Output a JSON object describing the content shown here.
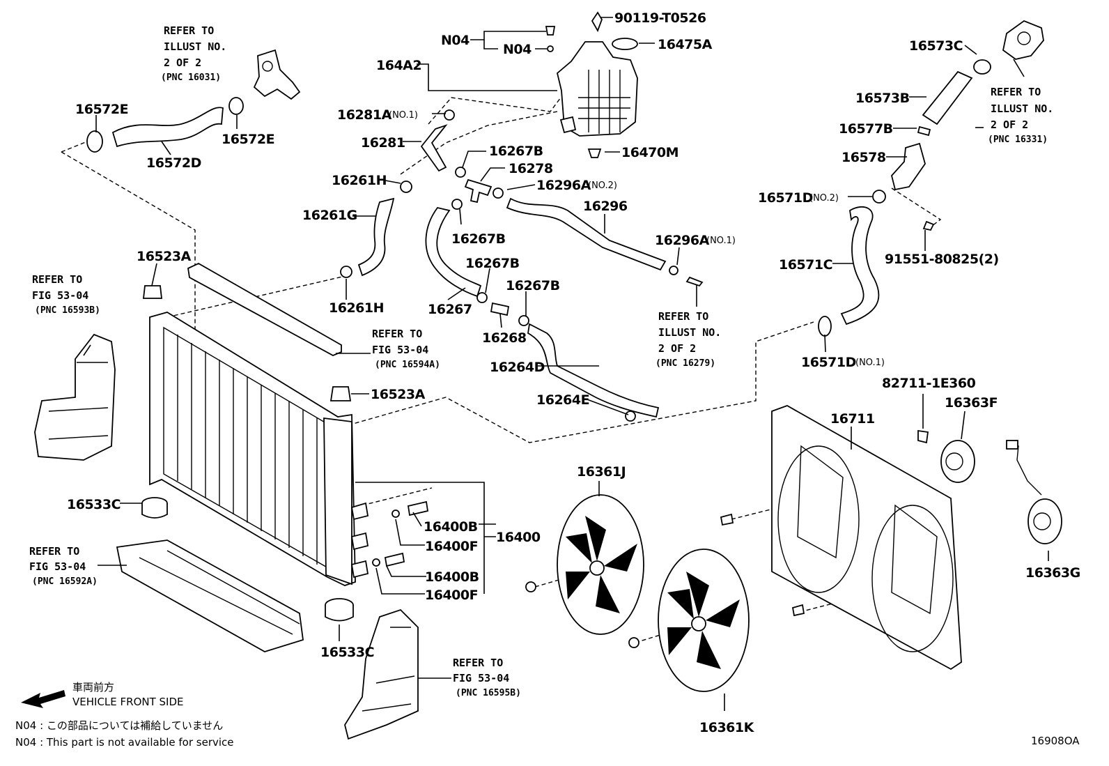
{
  "diagram_id": "16908OA",
  "labels": {
    "16572E_top": "16572E",
    "16572E_bot": "16572E",
    "16572D": "16572D",
    "164A2": "164A2",
    "N04_a": "N04",
    "N04_b": "N04",
    "90119": "90119-T0526",
    "16475A": "16475A",
    "16281A": "16281A",
    "16281A_sfx": "(NO.1)",
    "16281": "16281",
    "16267B_a": "16267B",
    "16278": "16278",
    "16470M": "16470M",
    "16261H_top": "16261H",
    "16296A_no2": "16296A",
    "16296A_no2_sfx": "(NO.2)",
    "16296": "16296",
    "16261G": "16261G",
    "16267B_b": "16267B",
    "16296A_no1": "16296A",
    "16296A_no1_sfx": "(NO.1)",
    "16523A_top": "16523A",
    "16267B_c": "16267B",
    "16267B_d": "16267B",
    "16261H_bot": "16261H",
    "16267": "16267",
    "16268": "16268",
    "16264D": "16264D",
    "16523A_mid": "16523A",
    "16264E": "16264E",
    "16573C": "16573C",
    "16573B": "16573B",
    "16577B": "16577B",
    "16578": "16578",
    "16571D_no2": "16571D",
    "16571D_no2_sfx": "(NO.2)",
    "91551": "91551-80825(2)",
    "16571C": "16571C",
    "16571D_no1": "16571D",
    "16571D_no1_sfx": "(NO.1)",
    "82711": "82711-1E360",
    "16363F": "16363F",
    "16711": "16711",
    "16361J": "16361J",
    "16533C_top": "16533C",
    "16400B_a": "16400B",
    "16400F_a": "16400F",
    "16400": "16400",
    "16400B_b": "16400B",
    "16400F_b": "16400F",
    "16363G": "16363G",
    "16533C_bot": "16533C",
    "16361K": "16361K"
  },
  "refs": {
    "ref_16031": [
      "REFER TO",
      "ILLUST NO.",
      "2 OF 2",
      "(PNC 16031)"
    ],
    "ref_16331": [
      "REFER TO",
      "ILLUST NO.",
      "2 OF 2",
      "(PNC 16331)"
    ],
    "ref_16593B": [
      "REFER TO",
      "FIG 53-04",
      "(PNC 16593B)"
    ],
    "ref_16594A": [
      "REFER TO",
      "FIG 53-04",
      "(PNC 16594A)"
    ],
    "ref_16279": [
      "REFER TO",
      "ILLUST NO.",
      "2 OF 2",
      "(PNC 16279)"
    ],
    "ref_16592A": [
      "REFER TO",
      "FIG 53-04",
      "(PNC 16592A)"
    ],
    "ref_16595B": [
      "REFER TO",
      "FIG 53-04",
      "(PNC 16595B)"
    ]
  },
  "legend": {
    "front_jp": "車両前方",
    "front_en": "VEHICLE FRONT SIDE",
    "n04_jp": "N04 : この部品については補給していません",
    "n04_en": "N04 : This part is not available for service"
  }
}
